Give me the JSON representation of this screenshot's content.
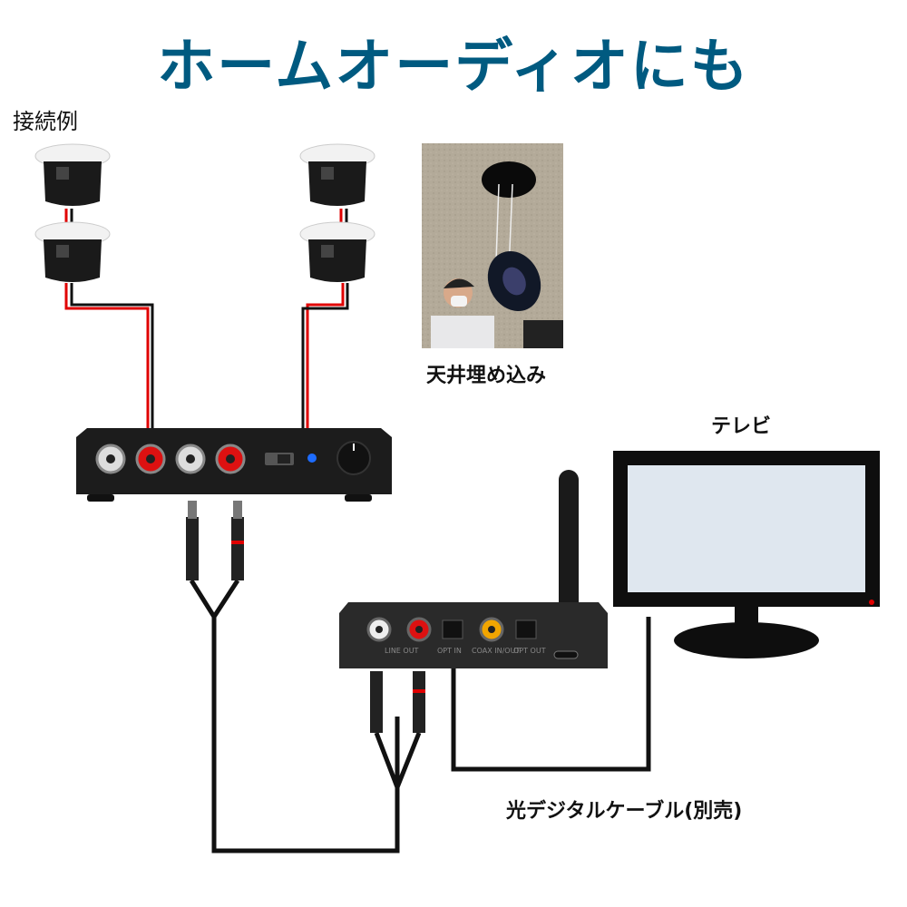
{
  "title": "ホームオーディオにも",
  "labels": {
    "example": "接続例",
    "ceiling": "天井埋め込み",
    "tv": "テレビ",
    "optical_cable": "光デジタルケーブル(別売)"
  },
  "receiver_ports": [
    "LINE OUT",
    "OPT IN",
    "COAX IN/OUT",
    "OPT OUT"
  ],
  "colors": {
    "title": "#005a80",
    "wire_red": "#e00000",
    "cable": "#111111",
    "device": "#1c1c1c"
  }
}
